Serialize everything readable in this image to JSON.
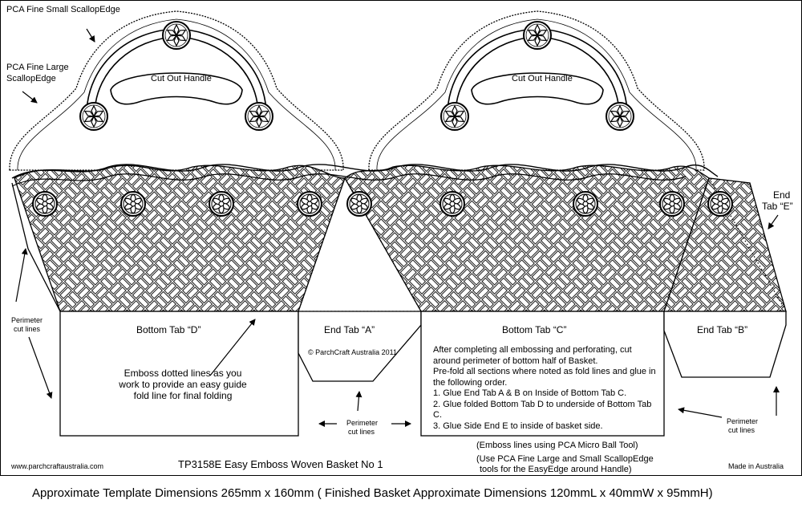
{
  "labels": {
    "fine_small": "PCA Fine Small ScallopEdge",
    "fine_large_1": "PCA Fine Large",
    "fine_large_2": "ScallopEdge",
    "handle_left": "Cut Out Handle",
    "handle_right": "Cut Out Handle",
    "end_tab_e_1": "End",
    "end_tab_e_2": "Tab “E”",
    "perimeter_left_1": "Perimeter",
    "perimeter_left_2": "cut lines",
    "bottom_tab_d": "Bottom Tab “D”",
    "end_tab_a": "End Tab “A”",
    "bottom_tab_c": "Bottom Tab “C”",
    "end_tab_b": "End Tab “B”",
    "copyright": "© ParchCraft Australia 2011",
    "emboss_note_1": "Emboss dotted lines as you",
    "emboss_note_2": "work to provide an easy guide",
    "emboss_note_3": "fold line for final folding",
    "perimeter_mid_1": "Perimeter",
    "perimeter_mid_2": "cut lines",
    "perimeter_right_1": "Perimeter",
    "perimeter_right_2": "cut lines",
    "website": "www.parchcraftaustralia.com",
    "template_title": "TP3158E Easy Emboss Woven Basket No 1",
    "tool_note_1": "(Emboss lines using PCA Micro Ball Tool)",
    "tool_note_2": "(Use PCA Fine Large and Small ScallopEdge",
    "tool_note_3": "tools for the EasyEdge around Handle)",
    "made_in": "Made in Australia",
    "dimensions": "Approximate Template Dimensions  265mm x 160mm   ( Finished Basket Approximate Dimensions 120mmL x 40mmW x 95mmH)"
  },
  "instructions": [
    "After completing all embossing and perforating, cut around perimeter of bottom half of Basket.",
    "Pre-fold all sections where noted as fold lines and glue in the following order.",
    "1. Glue End Tab A & B on Inside of Bottom Tab C.",
    "2. Glue folded Bottom Tab D to underside of Bottom Tab C.",
    "3. Glue Side End E to inside of basket side."
  ]
}
